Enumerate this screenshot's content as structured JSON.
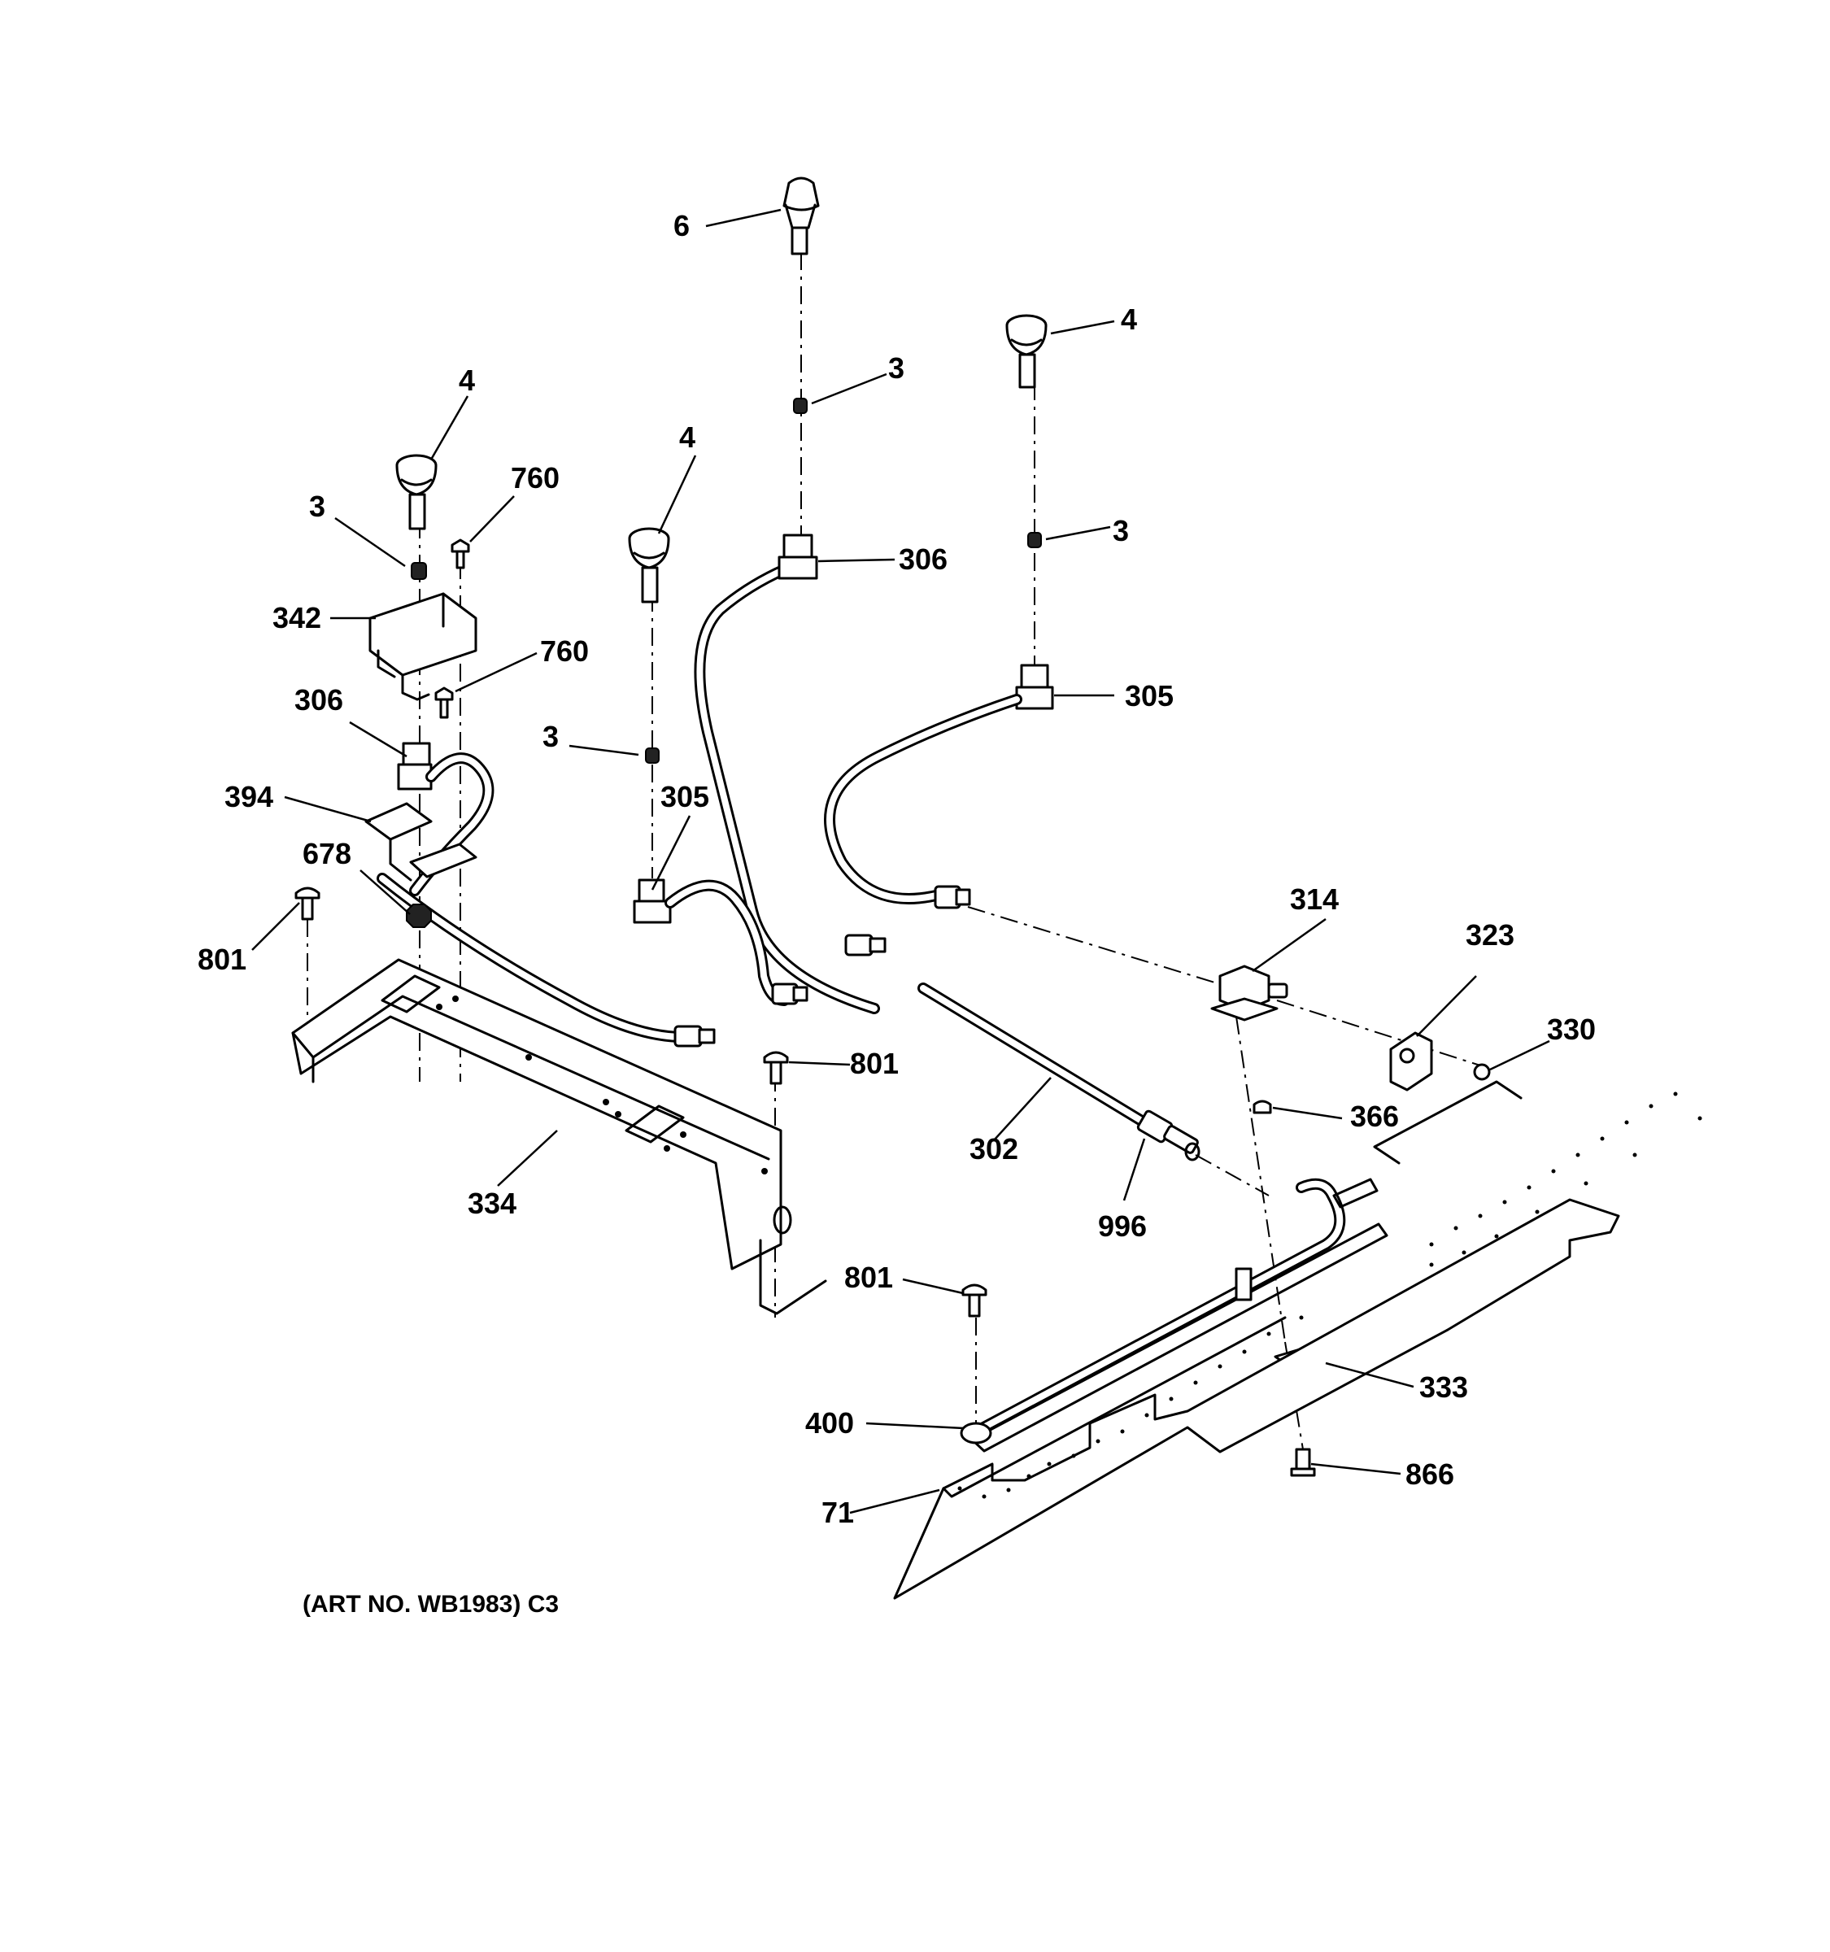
{
  "labels": {
    "l_6": "6",
    "l_4_top_right": "4",
    "l_3_top_center": "3",
    "l_4_left": "4",
    "l_760_top": "760",
    "l_4_center": "4",
    "l_3_left": "3",
    "l_306_center": "306",
    "l_3_right": "3",
    "l_342": "342",
    "l_760_mid": "760",
    "l_306_left": "306",
    "l_305_right": "305",
    "l_3_center": "3",
    "l_305_center": "305",
    "l_394": "394",
    "l_678": "678",
    "l_314": "314",
    "l_323": "323",
    "l_801_left": "801",
    "l_330": "330",
    "l_801_center": "801",
    "l_366": "366",
    "l_302": "302",
    "l_334": "334",
    "l_996": "996",
    "l_801_bottom": "801",
    "l_333": "333",
    "l_400": "400",
    "l_866": "866",
    "l_71": "71"
  },
  "caption": "(ART NO. WB1983) C3"
}
